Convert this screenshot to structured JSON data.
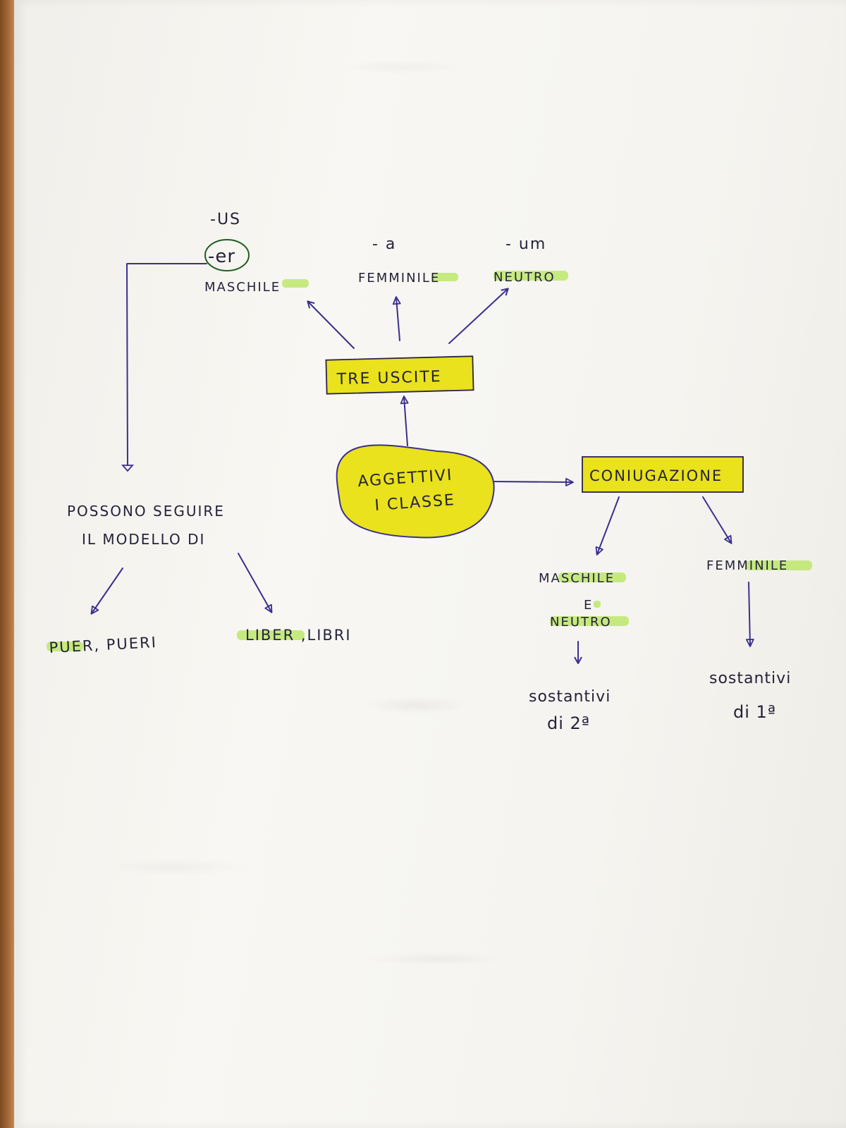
{
  "colors": {
    "highlight_yellow": "#e9e21c",
    "highlight_green": "#b6e65a",
    "ink": "#25233a",
    "pen": "#3a2f8f"
  },
  "center": {
    "line1": "AGGETTIVI",
    "line2": "I CLASSE"
  },
  "tre_uscite": "TRE USCITE",
  "maschile": {
    "suffix1": "-US",
    "suffix2": "-er",
    "label": "MASCHILE"
  },
  "femminile": {
    "suffix": "- a",
    "label": "FEMMINILE"
  },
  "neutro": {
    "suffix": "- um",
    "label": "NEUTRO"
  },
  "possono": {
    "line1": "POSSONO  SEGUIRE",
    "line2": "IL  MODELLO  DI"
  },
  "examples": {
    "puer": "PUER, PUERI",
    "liber": "LIBER ,LIBRI"
  },
  "coniugazione": "CONIUGAZIONE",
  "masc_neutro": {
    "line1": "MASCHILE",
    "line2": "E",
    "line3": "NEUTRO",
    "sost1": "sostantivi",
    "sost2": "di 2ª"
  },
  "femminile_right": {
    "label": "FEMMINILE",
    "sost1": "sostantivi",
    "sost2": "di 1ª"
  }
}
